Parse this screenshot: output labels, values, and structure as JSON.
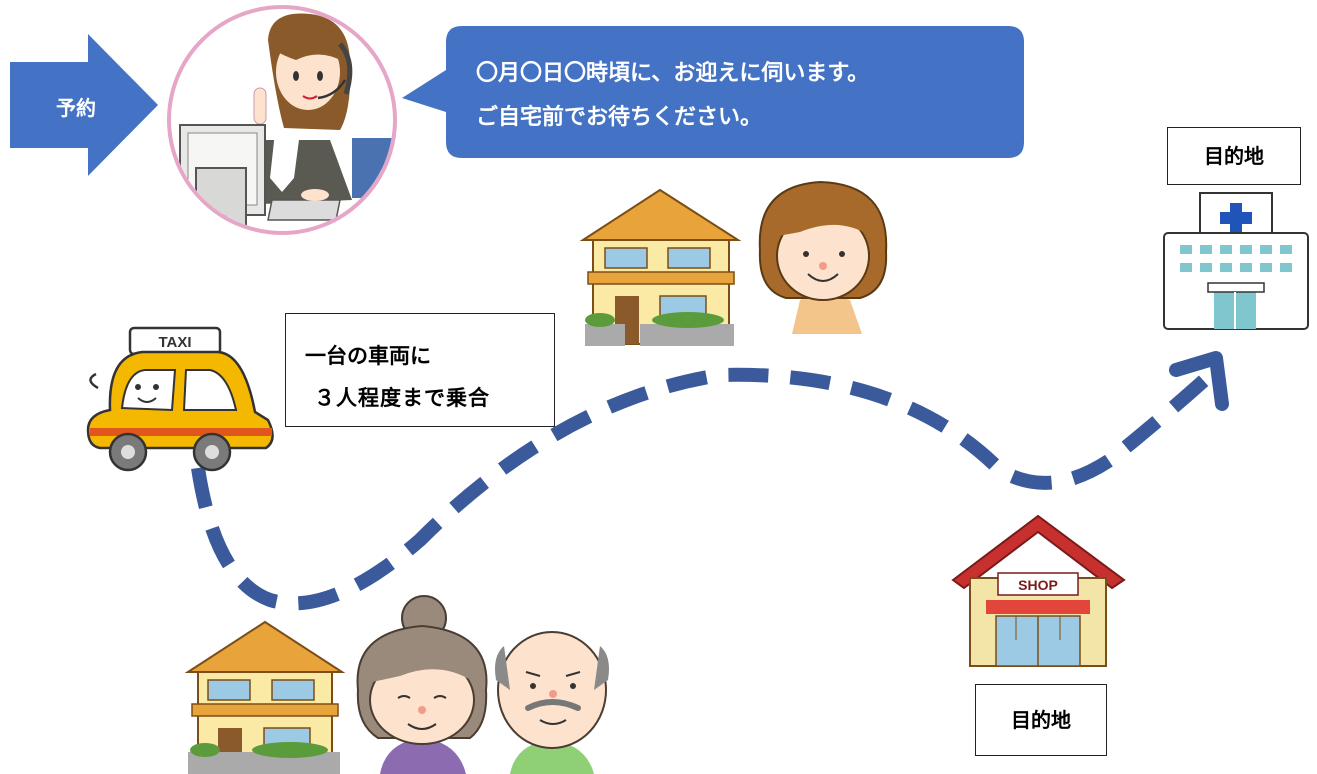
{
  "reservation_label": "予約",
  "operator_message": {
    "line1": "〇月〇日〇時頃に、お迎えに伺います。",
    "line2": "ご自宅前でお待ちください。"
  },
  "carpool_note": {
    "line1": "一台の車両に",
    "line2": "３人程度まで乗合"
  },
  "destination_top_label": "目的地",
  "destination_bottom_label": "目的地",
  "taxi_sign_text": "TAXI",
  "shop_sign_text": "SHOP",
  "colors": {
    "accent_blue": "#4472c4",
    "route_blue": "#3a5a9b",
    "taxi_yellow": "#f5b800",
    "taxi_stripe": "#e0561c",
    "operator_ring": "#e6a6c8",
    "shop_roof": "#c8302f"
  },
  "icons": [
    "arrow-right-icon",
    "operator-icon",
    "speech-bubble-icon",
    "taxi-icon",
    "house-icon",
    "woman-icon",
    "elderly-woman-icon",
    "elderly-man-icon",
    "shop-icon",
    "hospital-icon",
    "route-path-icon"
  ]
}
